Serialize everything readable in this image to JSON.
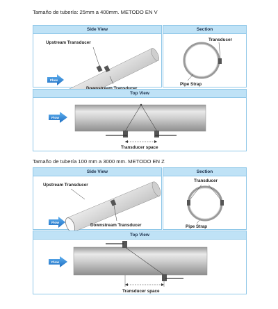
{
  "v_method": {
    "heading": "Tamaño de tubería: 25mm a 400mm. METODO EN V",
    "side_view": {
      "title": "Side View",
      "upstream_label": "Upstream Transducer",
      "downstream_label": "Downstream Transducer",
      "flow_label": "Flow"
    },
    "section": {
      "title": "Section",
      "transducer_label": "Transducer",
      "pipe_strap_label": "Pipe Strap"
    },
    "top_view": {
      "title": "Top View",
      "flow_label": "Flow",
      "spacing_label": "Transducer space"
    }
  },
  "z_method": {
    "heading": "Tamaño de tubería 100 mm a 3000 mm. METODO EN Z",
    "side_view": {
      "title": "Side View",
      "upstream_label": "Upstream Transducer",
      "downstream_label": "Downstream Transducer",
      "flow_label": "Flow"
    },
    "section": {
      "title": "Section",
      "transducer_label": "Transducer",
      "pipe_strap_label": "Pipe Strap"
    },
    "top_view": {
      "title": "Top View",
      "flow_label": "Flow",
      "spacing_label": "Transducer space"
    }
  },
  "colors": {
    "panel_header": "#bfe2f6",
    "panel_border": "#8fc7e8",
    "flow_arrow": "#2a7fd4",
    "pipe_light": "#e6e6e6",
    "pipe_dark": "#9a9a9a"
  }
}
